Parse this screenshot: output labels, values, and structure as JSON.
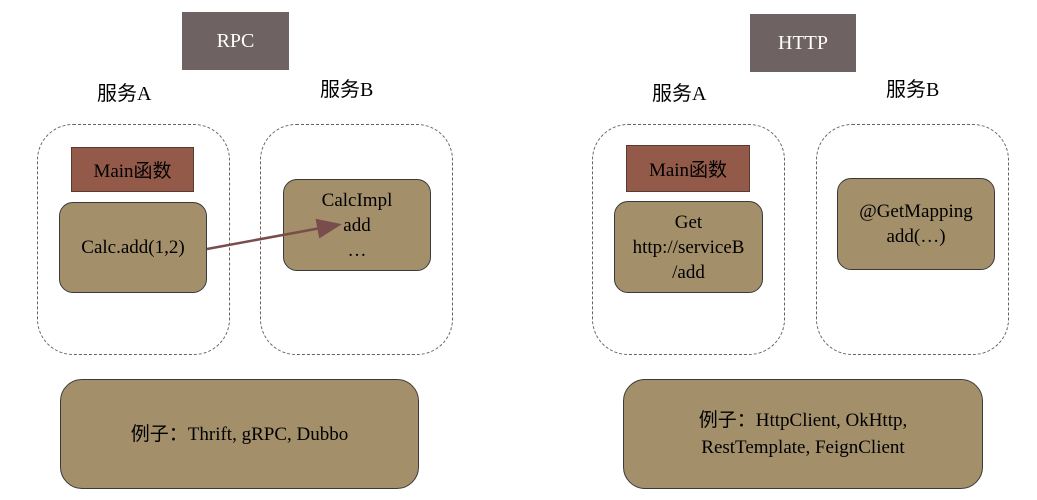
{
  "rpc": {
    "title": "RPC",
    "service_a_label": "服务A",
    "service_b_label": "服务B",
    "main_label": "Main函数",
    "call_text": "Calc.add(1,2)",
    "impl_lines": [
      "CalcImpl",
      "add",
      "…"
    ],
    "example_text": "例子：Thrift, gRPC, Dubbo"
  },
  "http": {
    "title": "HTTP",
    "service_a_label": "服务A",
    "service_b_label": "服务B",
    "main_label": "Main函数",
    "request_lines": [
      "Get",
      "http://serviceB",
      "/add"
    ],
    "mapping_lines": [
      "@GetMapping",
      "add(…)"
    ],
    "example_lines": [
      "例子：HttpClient, OkHttp,",
      "RestTemplate, FeignClient"
    ]
  },
  "colors": {
    "title_bg": "#6f6262",
    "main_bg": "#935a4a",
    "box_bg": "#a38f6a",
    "dashed_border": "#6b6256",
    "arrow": "#7a4d4d"
  }
}
